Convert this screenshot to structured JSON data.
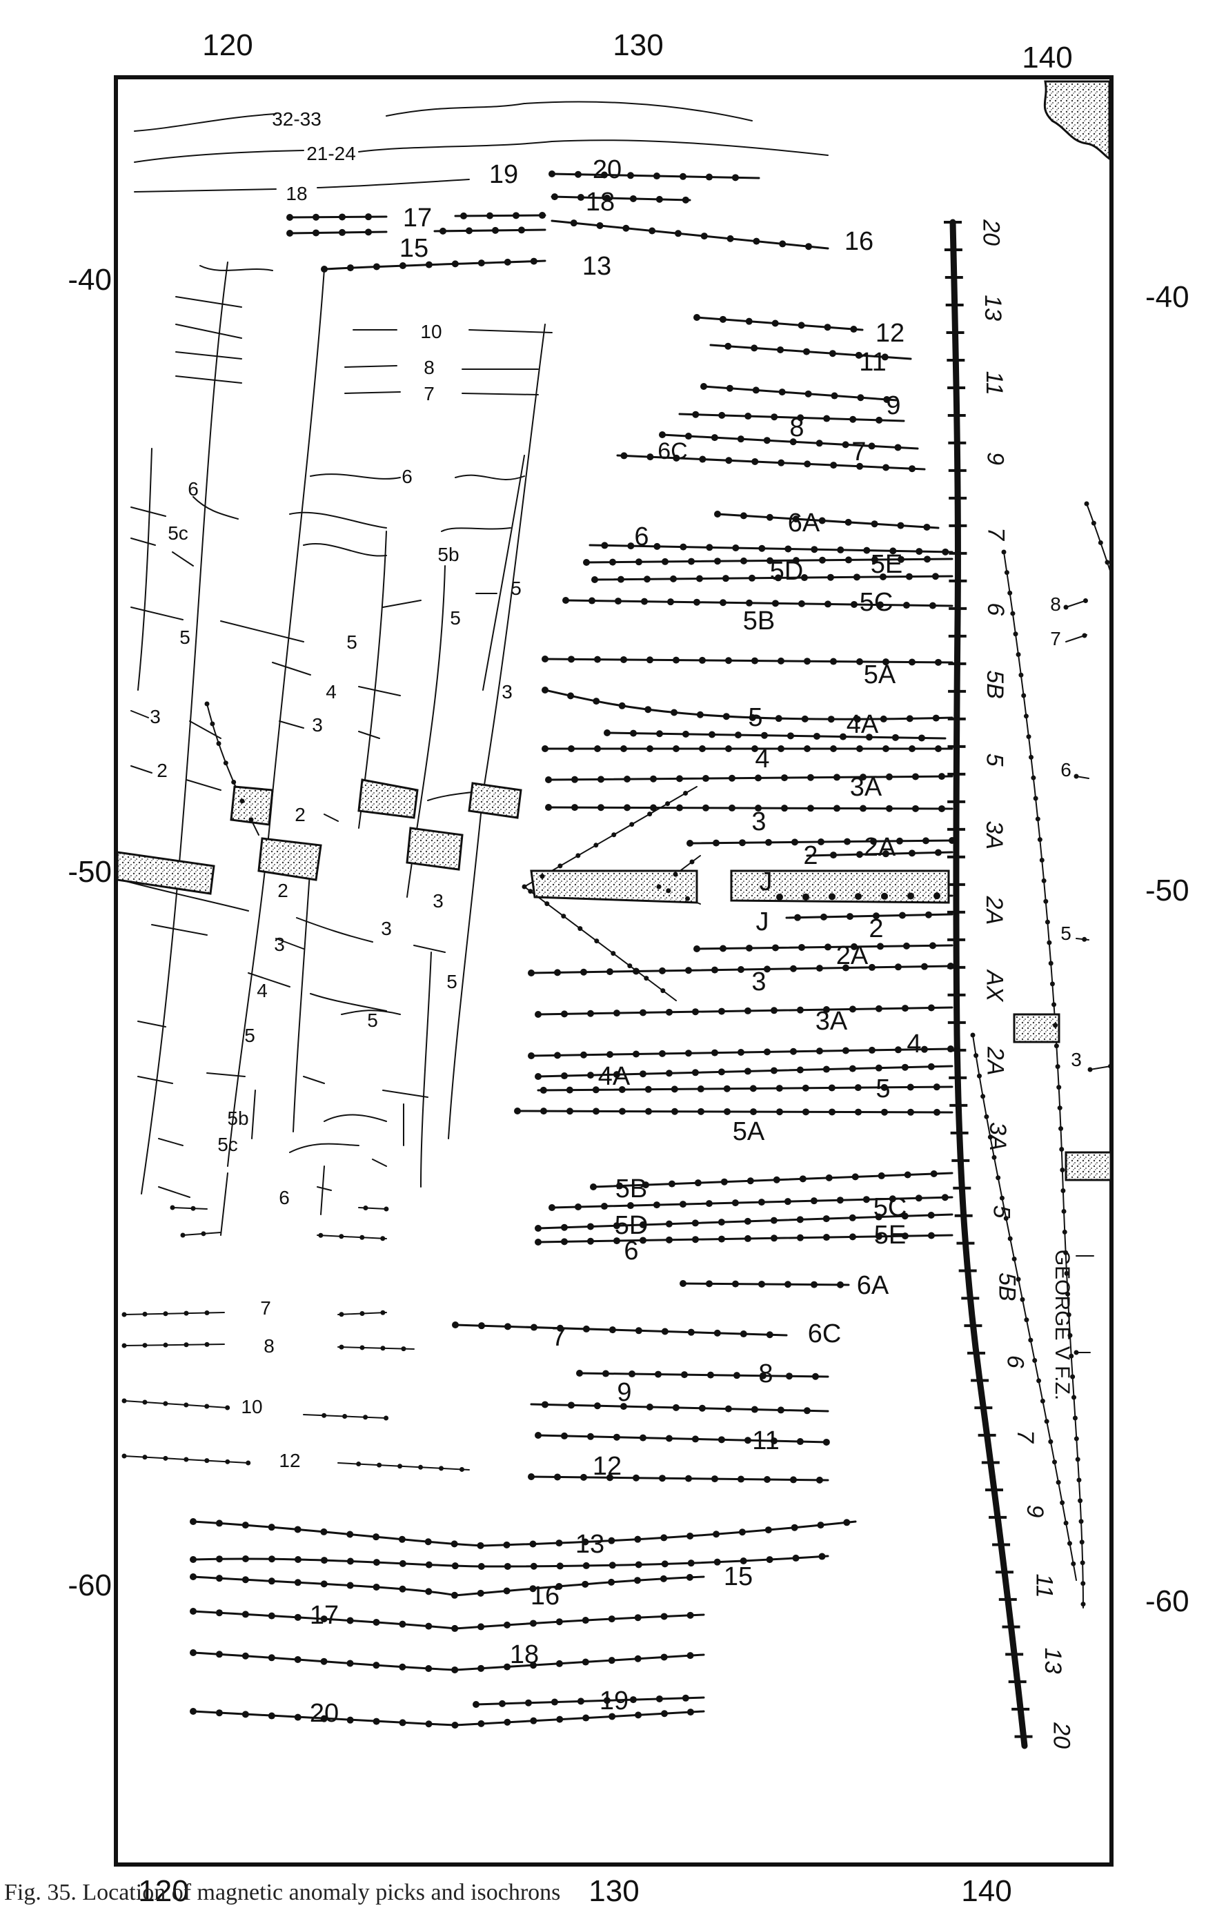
{
  "axes": {
    "longitude_ticks": [
      "120",
      "130",
      "140"
    ],
    "latitude_ticks": [
      "-40",
      "-50",
      "-60"
    ]
  },
  "fracture_zone_label": "GEORGE V F.Z.",
  "anomaly_labels": {
    "top": [
      "32-33",
      "21-24",
      "18",
      "19",
      "17",
      "15",
      "20",
      "18",
      "16",
      "13"
    ],
    "west_block": [
      "10",
      "8",
      "7",
      "6",
      "5c",
      "6",
      "5b",
      "5",
      "5",
      "5",
      "5",
      "4",
      "3",
      "3",
      "3",
      "2",
      "2",
      "2",
      "3",
      "3",
      "3",
      "4",
      "5",
      "5",
      "5",
      "5b",
      "5c",
      "6",
      "7",
      "8",
      "10",
      "12"
    ],
    "central": [
      "12",
      "11",
      "9",
      "8",
      "7",
      "6C",
      "6A",
      "6",
      "5D",
      "5E",
      "5C",
      "5B",
      "5A",
      "5",
      "4A",
      "4",
      "3A",
      "3",
      "2",
      "2A",
      "J",
      "J",
      "2",
      "2A",
      "3",
      "3A",
      "4",
      "4A",
      "5",
      "5A",
      "5B",
      "5C",
      "5D",
      "5E",
      "6",
      "6A",
      "6C",
      "7",
      "8",
      "9",
      "11",
      "12",
      "13",
      "15",
      "16",
      "17",
      "18",
      "19",
      "20"
    ],
    "ridge_axis": [
      "20",
      "13",
      "11",
      "9",
      "7",
      "6",
      "5B",
      "5",
      "3A",
      "2A",
      "AX",
      "2A",
      "3A",
      "5",
      "5B",
      "6",
      "7",
      "9",
      "11",
      "13",
      "20"
    ],
    "east": [
      "8",
      "7",
      "6",
      "5",
      "3"
    ]
  },
  "caption": "Fig. 35.  Location of magnetic anomaly picks and isochrons"
}
